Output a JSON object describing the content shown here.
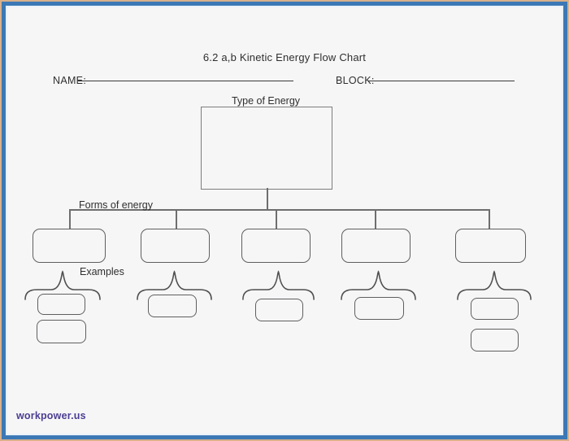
{
  "header": {
    "title": "6.2 a,b Kinetic Energy Flow Chart",
    "name_label": "NAME:",
    "block_label": "BLOCK:"
  },
  "diagram": {
    "type_box_label": "Type of Energy",
    "forms_label": "Forms of energy",
    "examples_label": "Examples",
    "form_box_count": 5,
    "example_slots_per_column": [
      2,
      1,
      1,
      1,
      2
    ]
  },
  "footer": {
    "watermark": "workpower.us"
  },
  "colors": {
    "frame_outer": "#d9b08a",
    "frame_border": "#3c78b6",
    "paper": "#f6f6f7",
    "connector": "#6e6e6e",
    "box_border": "#5f5f5f",
    "text": "#2f2f2f",
    "watermark_text": "#4b3e92"
  }
}
